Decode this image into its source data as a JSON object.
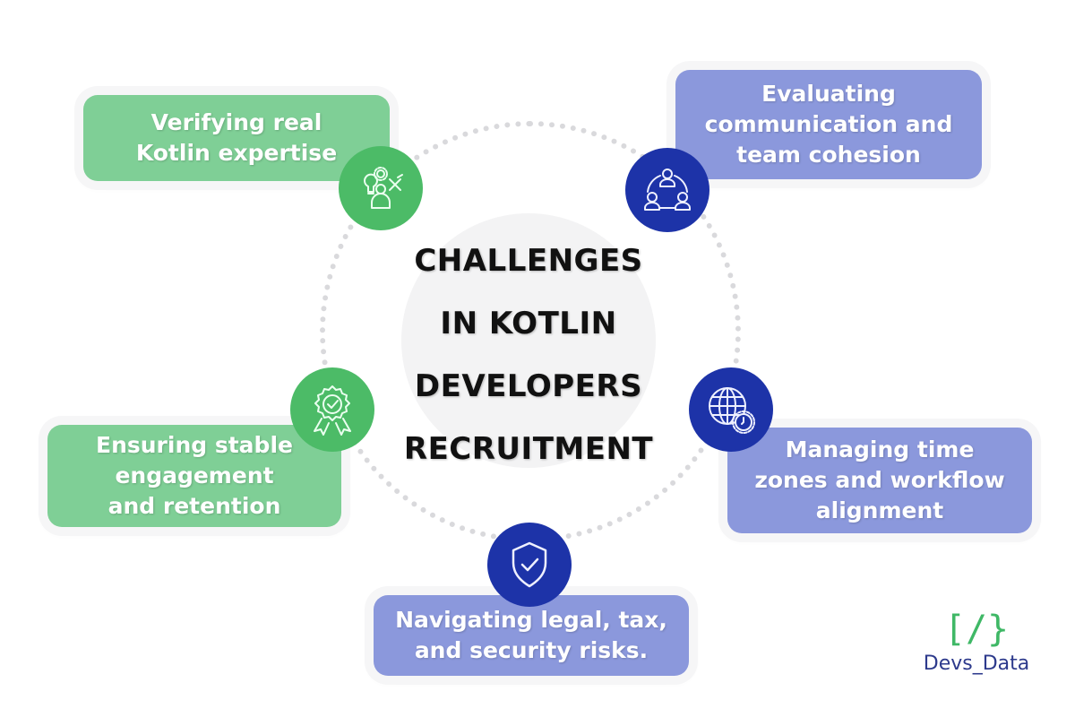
{
  "title": {
    "lines": [
      "CHALLENGES",
      "IN KOTLIN",
      "DEVELOPERS",
      "RECRUITMENT"
    ]
  },
  "colors": {
    "green_card": "#7fcf96",
    "green_badge": "#4cbb67",
    "blue_card": "#8b98dc",
    "blue_badge": "#1d33a8",
    "title_text": "#111111",
    "logo_green": "#3fb866",
    "logo_navy": "#2d3a8c"
  },
  "challenges": [
    {
      "id": "verifying",
      "color": "green",
      "icon": "skills-person-icon",
      "lines": [
        "Verifying real",
        "Kotlin expertise"
      ]
    },
    {
      "id": "evaluating",
      "color": "blue",
      "icon": "team-network-icon",
      "lines": [
        "Evaluating",
        "communication and",
        "team cohesion"
      ]
    },
    {
      "id": "ensuring",
      "color": "green",
      "icon": "award-badge-icon",
      "lines": [
        "Ensuring stable",
        "engagement",
        "and retention"
      ]
    },
    {
      "id": "managing",
      "color": "blue",
      "icon": "globe-clock-icon",
      "lines": [
        "Managing time",
        "zones and workflow",
        "alignment"
      ]
    },
    {
      "id": "navigating",
      "color": "blue",
      "icon": "shield-check-icon",
      "lines": [
        "Navigating legal, tax,",
        "and security risks."
      ]
    }
  ],
  "logo": {
    "mark": "[/}",
    "text": "Devs_Data"
  }
}
